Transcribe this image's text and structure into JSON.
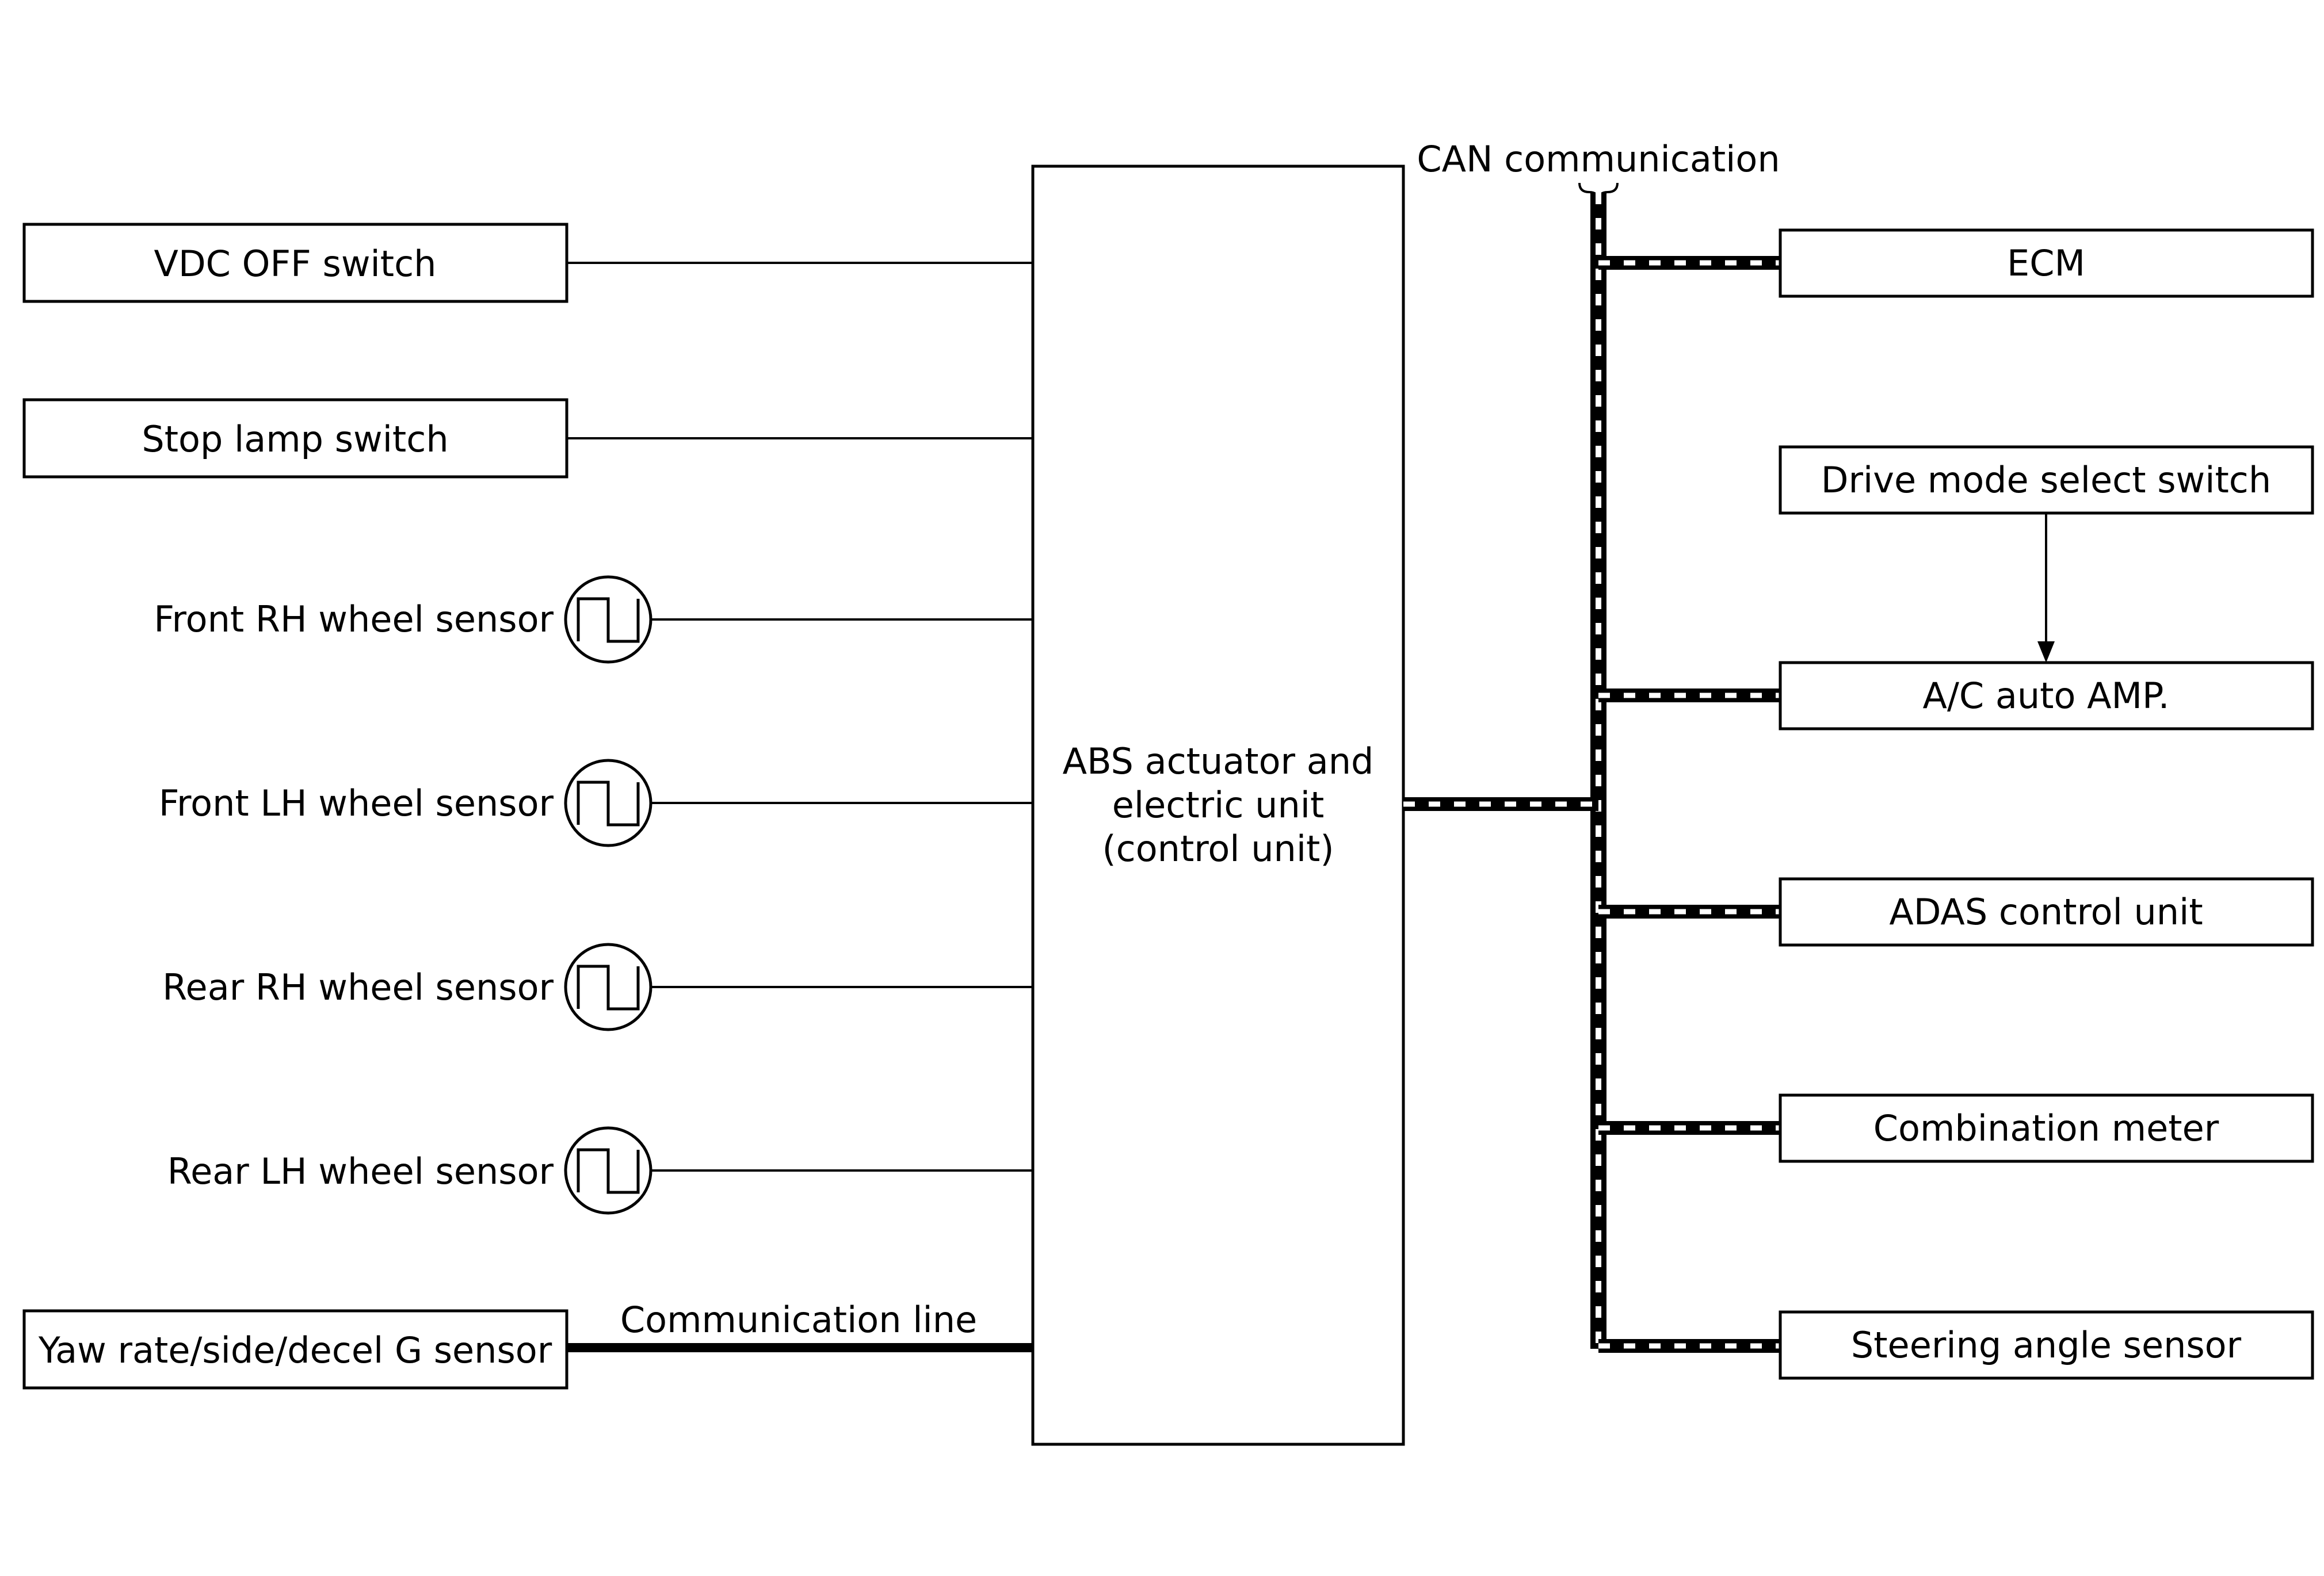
{
  "inputs": {
    "vdc_off_switch": "VDC OFF switch",
    "stop_lamp_switch": "Stop lamp switch",
    "front_rh_wheel_sensor": "Front RH wheel sensor",
    "front_lh_wheel_sensor": "Front LH wheel sensor",
    "rear_rh_wheel_sensor": "Rear RH wheel sensor",
    "rear_lh_wheel_sensor": "Rear LH wheel sensor",
    "yaw_rate_sensor": "Yaw rate/side/decel G sensor"
  },
  "communication_line_label": "Communication line",
  "control_unit": {
    "line1": "ABS actuator and",
    "line2": "electric unit",
    "line3": "(control unit)"
  },
  "can_label": "CAN communication",
  "outputs": {
    "ecm": "ECM",
    "drive_mode_select_switch": "Drive mode select switch",
    "ac_auto_amp": "A/C auto AMP.",
    "adas_control_unit": "ADAS control unit",
    "combination_meter": "Combination meter",
    "steering_angle_sensor": "Steering angle sensor"
  }
}
